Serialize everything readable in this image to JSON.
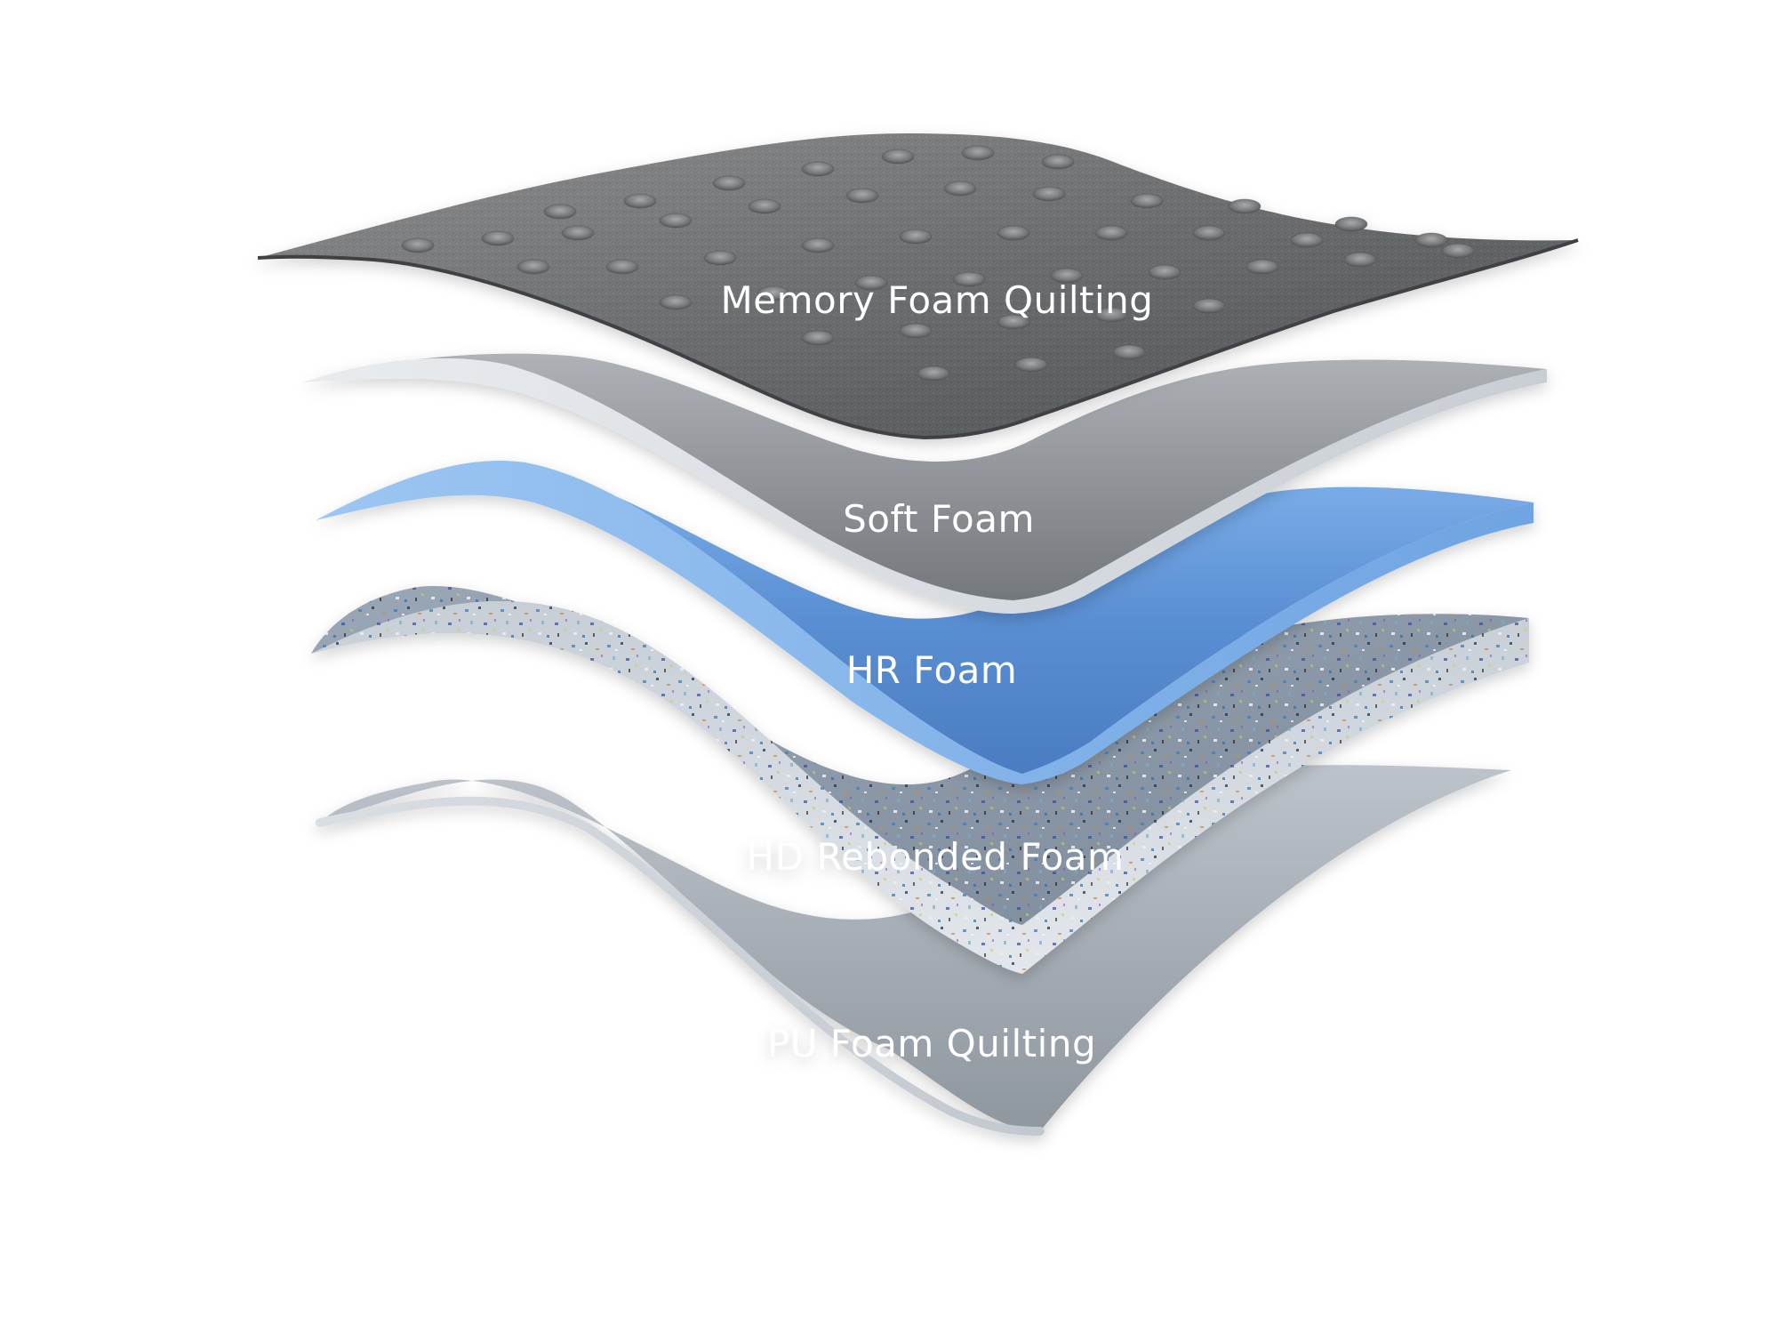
{
  "layers": [
    {
      "id": "memory-foam-quilting",
      "label": "Memory Foam Quilting",
      "color": "#5f6163"
    },
    {
      "id": "soft-foam",
      "label": "Soft Foam",
      "color": "#8e9296"
    },
    {
      "id": "hr-foam",
      "label": "HR Foam",
      "color": "#5a8fd0"
    },
    {
      "id": "hd-rebonded-foam",
      "label": "HD Rebonded Foam",
      "color": "#b7c1cc"
    },
    {
      "id": "pu-foam-quilting",
      "label": "PU Foam Quilting",
      "color": "#9aa2a9"
    }
  ],
  "background": "#ffffff"
}
